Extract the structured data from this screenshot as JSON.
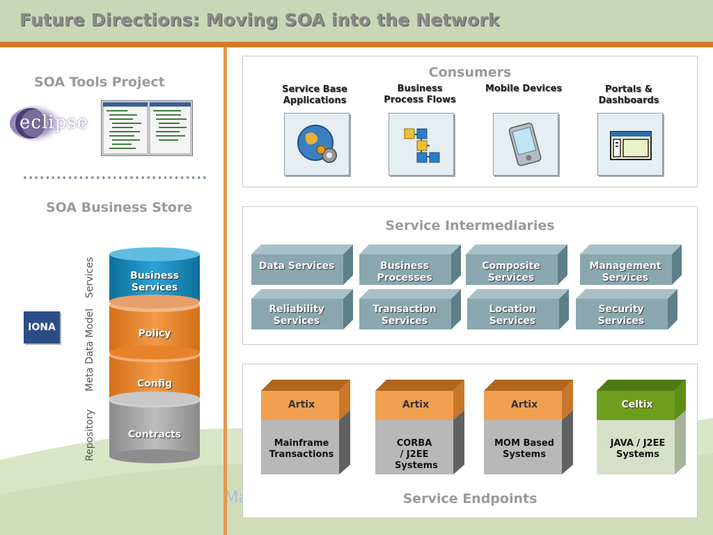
{
  "header": {
    "title": "Future Directions: Moving SOA into the Network"
  },
  "watermark": {
    "text": "Ma"
  },
  "left": {
    "tools_heading": "SOA Tools Project",
    "eclipse_logo_text": "eclipse",
    "store_heading": "SOA Business Store",
    "iona_logo_text": "IONA",
    "axis_labels": [
      "Repository",
      "Meta Data Model",
      "Services"
    ],
    "stack": [
      "Business Services",
      "Policy",
      "Config",
      "Contracts"
    ]
  },
  "consumers": {
    "title": "Consumers",
    "items": [
      {
        "label": "Service Base Applications",
        "icon": "globe-gear-icon"
      },
      {
        "label": "Business Process Flows",
        "icon": "process-flow-icon"
      },
      {
        "label": "Mobile Devices",
        "icon": "pda-icon"
      },
      {
        "label": "Portals & Dashboards",
        "icon": "portal-window-icon"
      }
    ]
  },
  "intermediaries": {
    "title": "Service Intermediaries",
    "row1": [
      "Data Services",
      "Business Processes",
      "Composite Services",
      "Management Services"
    ],
    "row2": [
      "Reliability Services",
      "Transaction Services",
      "Location Services",
      "Security Services"
    ]
  },
  "endpoints": {
    "title": "Service Endpoints",
    "items": [
      {
        "top": "Artix",
        "bottom": "Mainframe Transactions"
      },
      {
        "top": "Artix",
        "bottom": "CORBA / J2EE Systems"
      },
      {
        "top": "Artix",
        "bottom": "MOM Based Systems"
      },
      {
        "top": "Celtix",
        "bottom": "JAVA / J2EE Systems"
      }
    ]
  },
  "colors": {
    "header_bg": "#c9d7b6",
    "accent_orange": "#d27b27",
    "service_blue": "#1a86b8",
    "policy_orange": "#e8822a",
    "contracts_grey": "#9a9a9a",
    "intermediary_teal": "#8aa7b0",
    "artix_orange": "#f0a050",
    "celtix_green": "#6e9e1e"
  }
}
